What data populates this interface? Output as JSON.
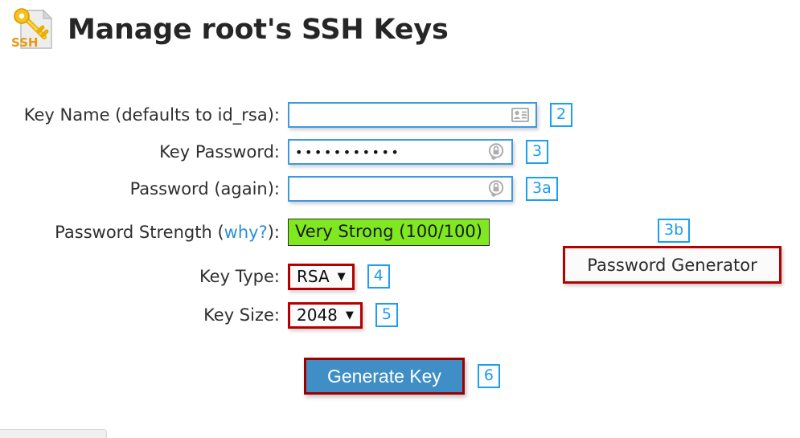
{
  "header": {
    "title": "Manage root's SSH Keys",
    "icon": "ssh-key-document-icon"
  },
  "form": {
    "key_name": {
      "label": "Key Name (defaults to id_rsa):",
      "value": "",
      "placeholder": "",
      "icon": "contact-card-icon",
      "badge": "2"
    },
    "key_password": {
      "label": "Key Password:",
      "value": "•••••••••••",
      "icon": "lock-autofill-icon",
      "badge": "3"
    },
    "password_again": {
      "label": "Password (again):",
      "value": "",
      "icon": "lock-autofill-icon",
      "badge": "3a"
    },
    "password_strength": {
      "label_prefix": "Password Strength (",
      "label_link": "why?",
      "label_suffix": "):",
      "value": "Very Strong (100/100)",
      "color": "#80e81e"
    },
    "password_generator": {
      "label": "Password Generator",
      "badge": "3b",
      "border_color": "#b60000"
    },
    "key_type": {
      "label": "Key Type:",
      "value": "RSA",
      "caret": "▼",
      "badge": "4",
      "options": [
        "RSA"
      ]
    },
    "key_size": {
      "label": "Key Size:",
      "value": "2048",
      "caret": "▼",
      "badge": "5",
      "options": [
        "2048"
      ]
    },
    "generate": {
      "label": "Generate Key",
      "badge": "6",
      "color": "#3f8fc6"
    }
  }
}
